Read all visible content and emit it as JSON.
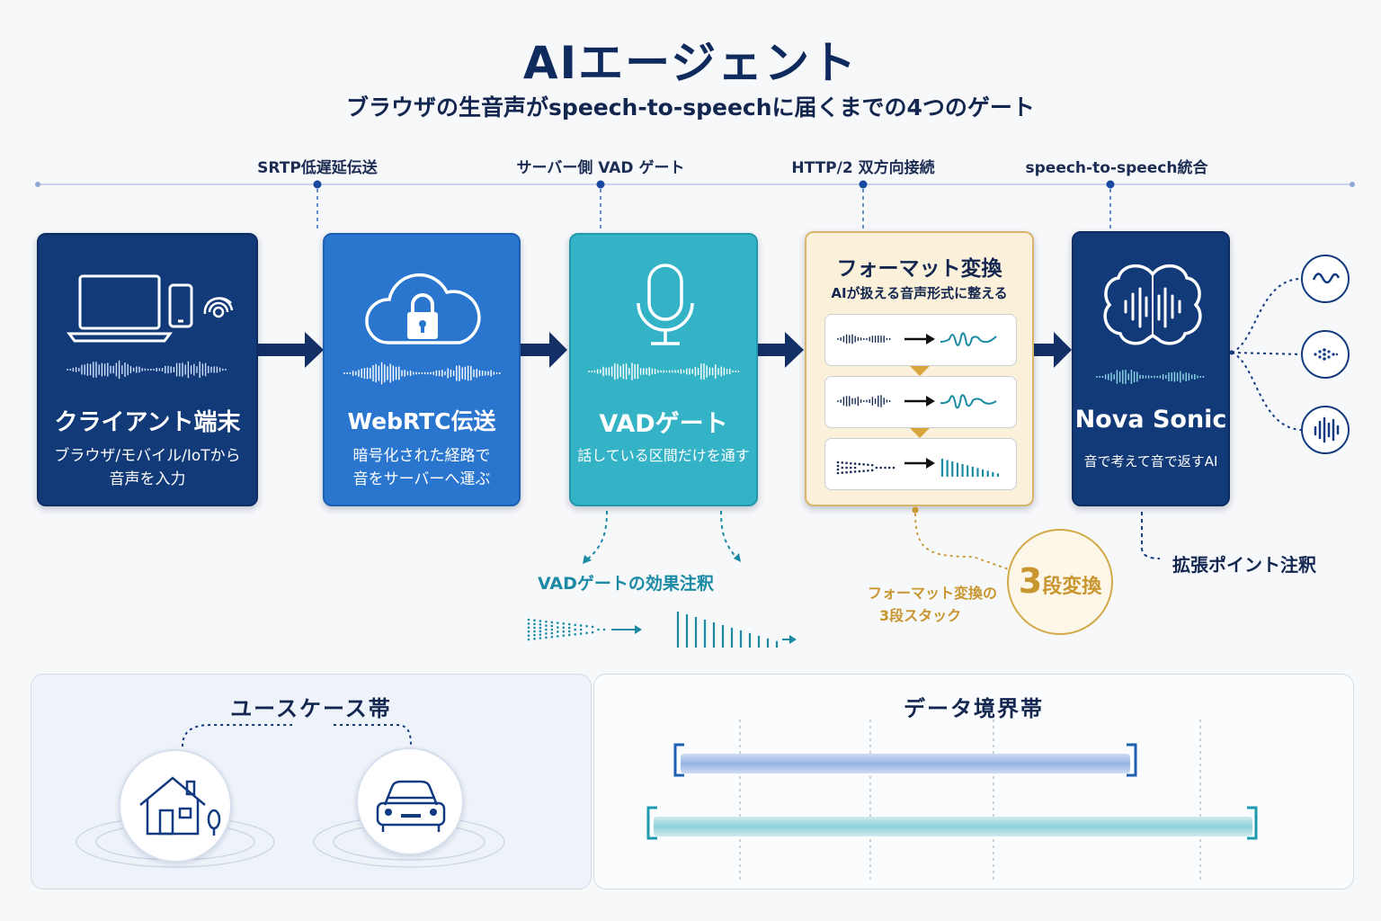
{
  "header": {
    "title": "AIエージェント",
    "subtitle": "ブラウザの生音声がspeech-to-speechに届くまでの4つのゲート"
  },
  "gates": [
    {
      "label": "SRTP低遅延伝送"
    },
    {
      "label": "サーバー側 VAD ゲート"
    },
    {
      "label": "HTTP/2 双方向接続"
    },
    {
      "label": "speech-to-speech統合"
    }
  ],
  "cards": {
    "client": {
      "title": "クライアント端末",
      "desc1": "ブラウザ/モバイル/IoTから",
      "desc2": "音声を入力"
    },
    "webrtc": {
      "title": "WebRTC伝送",
      "desc1": "暗号化された経路で",
      "desc2": "音をサーバーへ運ぶ"
    },
    "vad": {
      "title": "VADゲート",
      "desc1": "話している区間だけを通す"
    },
    "format": {
      "title": "フォーマット変換",
      "desc1": "AIが扱える音声形式に整える"
    },
    "nova": {
      "title": "Nova Sonic",
      "desc1": "音で考えて音で返すAI"
    }
  },
  "annotations": {
    "vad_effect": "VADゲートの効果注釈",
    "format_stack1": "フォーマット変換の",
    "format_stack2": "3段スタック",
    "three_stage_num": "3",
    "three_stage_text": "段変換",
    "extension": "拡張ポイント注釈"
  },
  "bands": {
    "usecase": {
      "title": "ユースケース帯"
    },
    "data": {
      "title": "データ境界帯"
    }
  },
  "colors": {
    "navy": "#123a78",
    "blue": "#2a76cf",
    "teal": "#34b3c6",
    "cream": "#fbf1db",
    "gold": "#c9952e",
    "arrow": "#123066"
  },
  "icons": [
    "laptop-icon",
    "phone-icon",
    "fingerprint-icon",
    "cloud-lock-icon",
    "microphone-icon",
    "brain-icon",
    "house-icon",
    "car-icon"
  ]
}
